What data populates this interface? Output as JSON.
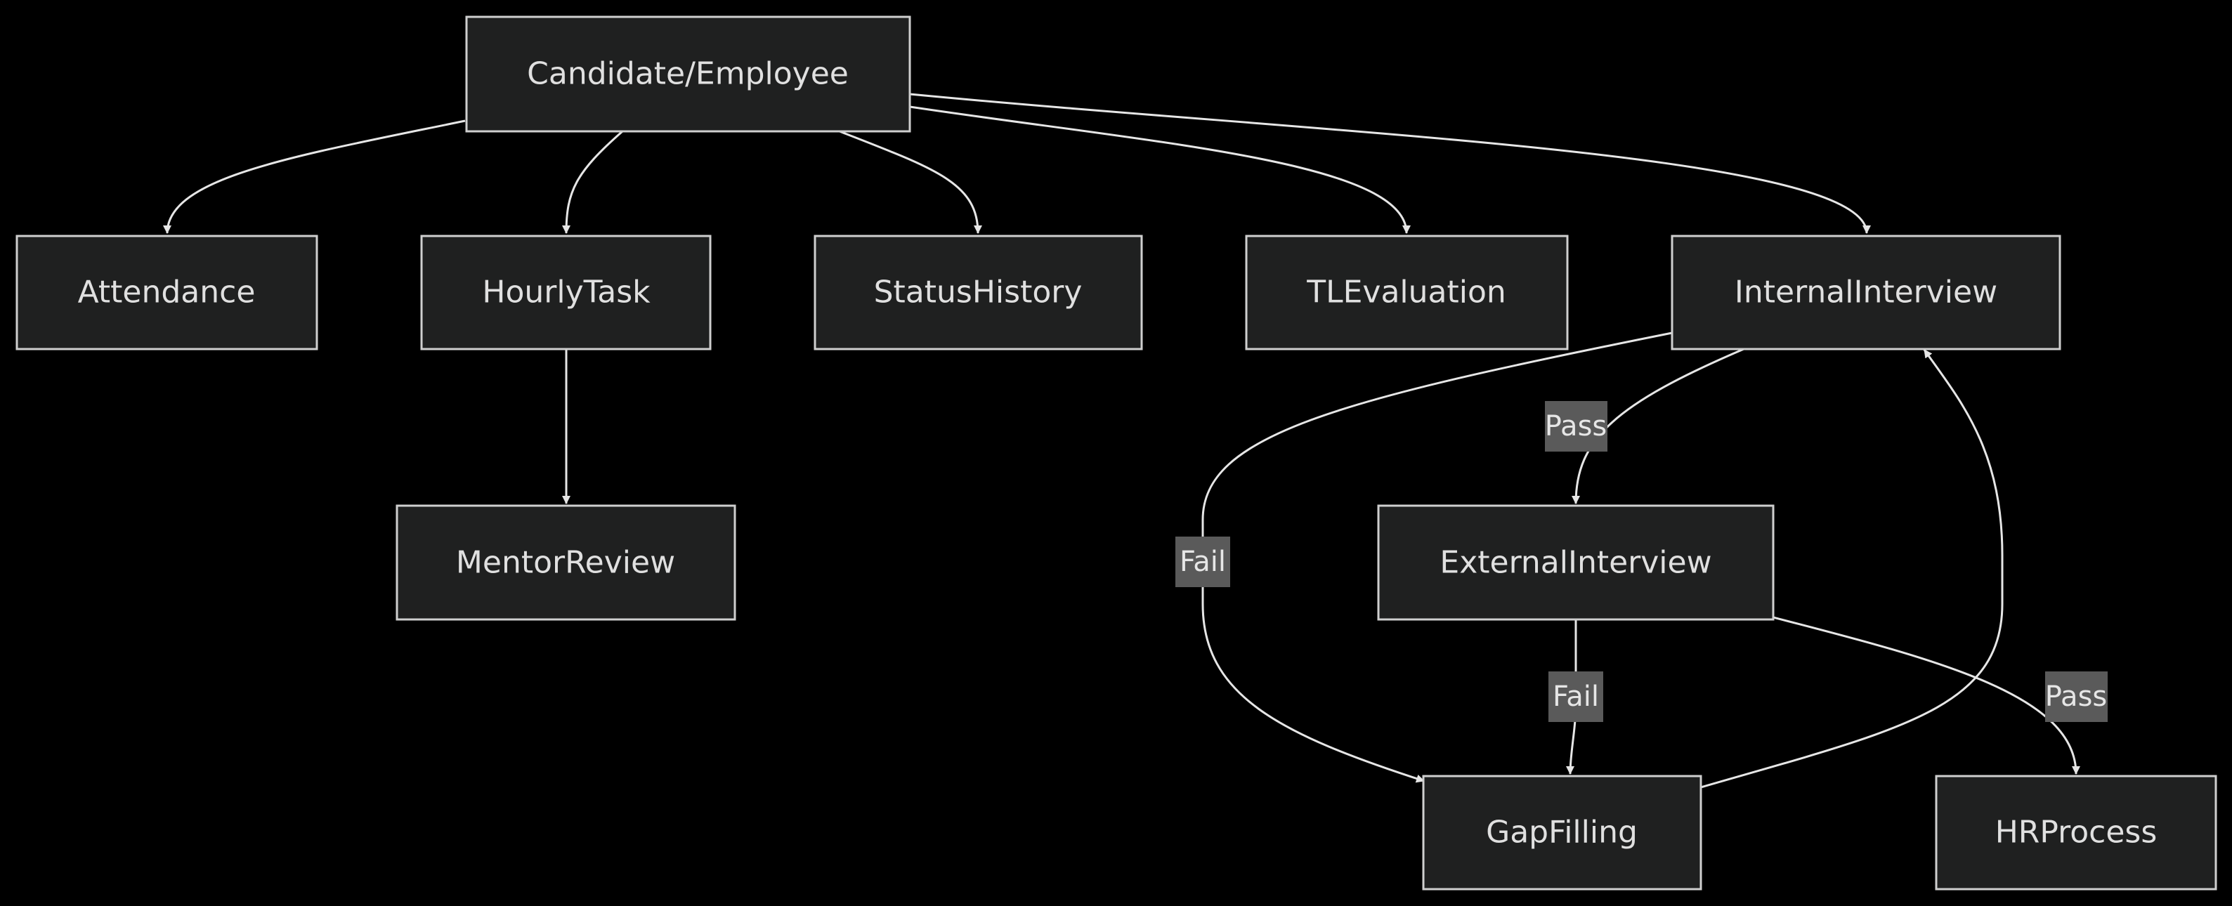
{
  "nodes": {
    "candidate": "Candidate/Employee",
    "attendance": "Attendance",
    "hourly_task": "HourlyTask",
    "status_history": "StatusHistory",
    "tl_evaluation": "TLEvaluation",
    "internal_interview": "InternalInterview",
    "mentor_review": "MentorReview",
    "external_interview": "ExternalInterview",
    "gap_filling": "GapFilling",
    "hr_process": "HRProcess"
  },
  "edge_labels": {
    "internal_pass": "Pass",
    "internal_fail": "Fail",
    "external_fail": "Fail",
    "external_pass": "Pass"
  },
  "colors": {
    "background": "#000000",
    "node_fill": "#1f2020",
    "node_stroke": "#cfcfcf",
    "text": "#e0e0e0",
    "edge": "#e6e6e6",
    "edge_label_bg": "#5a5a5a"
  }
}
